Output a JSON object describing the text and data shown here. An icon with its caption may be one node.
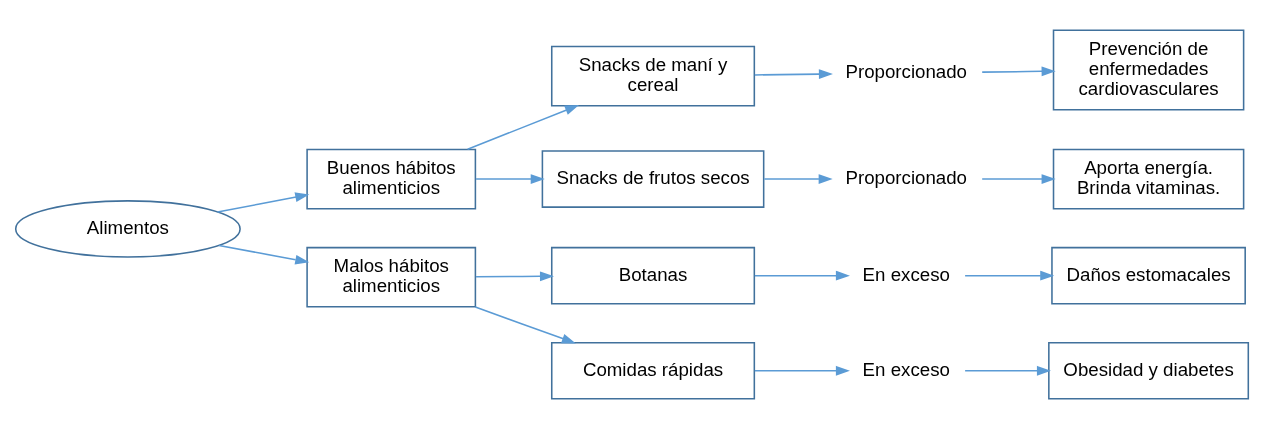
{
  "diagram": {
    "nodes": [
      {
        "text": [
          "Alimentos"
        ]
      },
      {
        "text": [
          "Buenos hábitos alimenticios"
        ]
      },
      {
        "text": [
          "Malos hábitos alimenticios"
        ]
      },
      {
        "text": [
          "Snacks de maní y cereal"
        ]
      },
      {
        "text": [
          "Snacks de frutos secos"
        ]
      },
      {
        "text": [
          "Botanas"
        ]
      },
      {
        "text": [
          "Comidas rápidas"
        ]
      },
      {
        "text": [
          "Proporcionado"
        ]
      },
      {
        "text": [
          "Proporcionado"
        ]
      },
      {
        "text": [
          "En exceso"
        ]
      },
      {
        "text": [
          "En exceso"
        ]
      },
      {
        "text": [
          "Prevención de enfermedades cardiovasculares"
        ]
      },
      {
        "text": [
          "Aporta energía.",
          "Brinda vitaminas."
        ]
      },
      {
        "text": [
          "Daños estomacales"
        ]
      },
      {
        "text": [
          "Obesidad y diabetes"
        ]
      }
    ],
    "edges": [
      {
        "from": 0,
        "to": 1,
        "arrow": "to"
      },
      {
        "from": 0,
        "to": 2,
        "arrow": "to"
      },
      {
        "from": 1,
        "to": 3,
        "arrow": "to"
      },
      {
        "from": 1,
        "to": 4,
        "arrow": "to"
      },
      {
        "from": 2,
        "to": 5,
        "arrow": "to"
      },
      {
        "from": 2,
        "to": 6,
        "arrow": "to"
      },
      {
        "from": 3,
        "to": 7,
        "arrow": "to"
      },
      {
        "from": 4,
        "to": 8,
        "arrow": "to"
      },
      {
        "from": 5,
        "to": 9,
        "arrow": "to"
      },
      {
        "from": 6,
        "to": 10,
        "arrow": "to"
      },
      {
        "from": 7,
        "to": 11,
        "arrow": "to"
      },
      {
        "from": 8,
        "to": 12,
        "arrow": "to"
      },
      {
        "from": 9,
        "to": 13,
        "arrow": "to"
      },
      {
        "from": 10,
        "to": 14,
        "arrow": "to"
      }
    ]
  }
}
